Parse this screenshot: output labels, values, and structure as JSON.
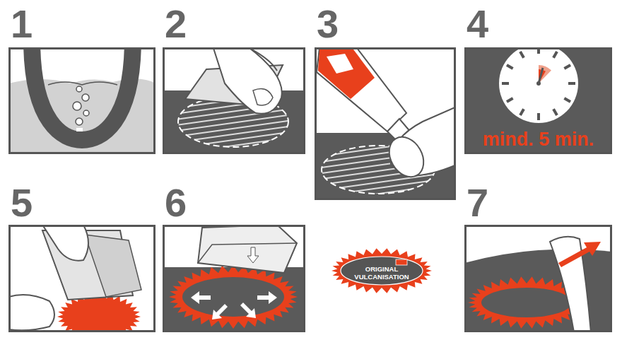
{
  "diagram": {
    "nodes": [
      {
        "text": [
          "1"
        ]
      },
      {
        "text": [
          "2"
        ]
      },
      {
        "text": [
          "3"
        ]
      },
      {
        "text": [
          "4",
          "mind. 5 min."
        ]
      },
      {
        "text": [
          "5"
        ]
      },
      {
        "text": [
          "6"
        ]
      },
      {
        "text": [
          "ORIGINAL VULCANISATION"
        ]
      },
      {
        "text": [
          "7"
        ]
      }
    ]
  }
}
